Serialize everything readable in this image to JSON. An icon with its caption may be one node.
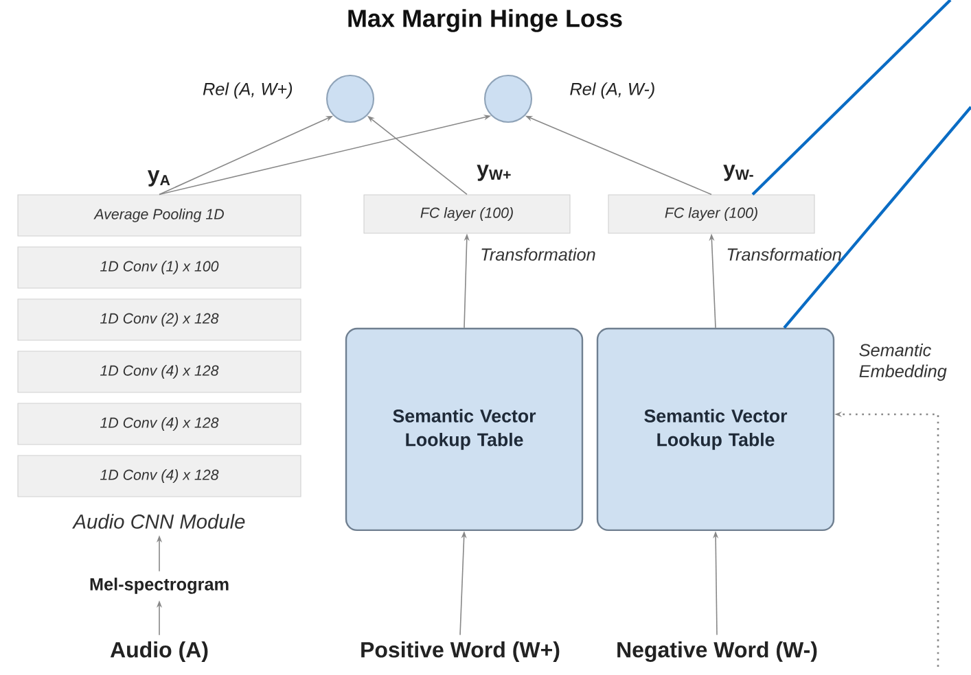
{
  "diagram": {
    "title": "Max Margin Hinge Loss",
    "nodes": [
      {
        "text": [],
        "shape": "circle",
        "beside": [
          "Rel (A, W+)"
        ]
      },
      {
        "text": [],
        "shape": "circle",
        "beside": [
          "Rel (A, W-)"
        ]
      },
      {
        "text": [
          "Average Pooling 1D"
        ],
        "beside": [
          "y$_{A}$"
        ]
      },
      {
        "text": [
          "1D Conv (1) x 100"
        ]
      },
      {
        "text": [
          "1D Conv (2) x 128"
        ]
      },
      {
        "text": [
          "1D Conv (4) x 128"
        ]
      },
      {
        "text": [
          "1D Conv (4) x 128"
        ]
      },
      {
        "text": [
          "1D Conv (4) x 128"
        ]
      },
      {
        "text": [
          "Audio CNN Module"
        ]
      },
      {
        "text": [
          "Mel-spectrogram"
        ]
      },
      {
        "text": [
          "Audio (A)"
        ]
      },
      {
        "text": [
          "FC layer (100)"
        ],
        "beside": [
          "y$_{W+}$"
        ]
      },
      {
        "text": [
          "FC layer (100)"
        ],
        "beside": [
          "y$_{W-}$"
        ]
      },
      {
        "text": [
          "Semantic Vector Lookup Table"
        ]
      },
      {
        "text": [
          "Semantic Vector Lookup Table"
        ]
      },
      {
        "text": [
          "Positive Word (W+)"
        ]
      },
      {
        "text": [
          "Negative Word (W-)"
        ]
      }
    ],
    "edges": [
      {
        "from": 2,
        "to": 0,
        "arrow": "to"
      },
      {
        "from": 2,
        "to": 1,
        "arrow": "to"
      },
      {
        "from": 11,
        "to": 0,
        "arrow": "to"
      },
      {
        "from": 12,
        "to": 1,
        "arrow": "to"
      },
      {
        "from": 9,
        "to": 8,
        "arrow": "to"
      },
      {
        "from": 10,
        "to": 9,
        "arrow": "to"
      },
      {
        "from": 13,
        "to": 11,
        "arrow": "to",
        "label": "Transformation"
      },
      {
        "from": 14,
        "to": 12,
        "arrow": "to",
        "label": "Transformation"
      },
      {
        "from": 15,
        "to": 13,
        "arrow": "to"
      },
      {
        "from": 16,
        "to": 14,
        "arrow": "to"
      },
      {
        "from": null,
        "to": 14,
        "arrow": "to",
        "style": "dashed"
      },
      {
        "from": null,
        "to": 12,
        "arrow": "none",
        "color": "#0a6cc4"
      },
      {
        "from": null,
        "to": 14,
        "arrow": "none",
        "color": "#0a6cc4"
      }
    ],
    "labels": [
      "Semantic Embedding"
    ]
  }
}
